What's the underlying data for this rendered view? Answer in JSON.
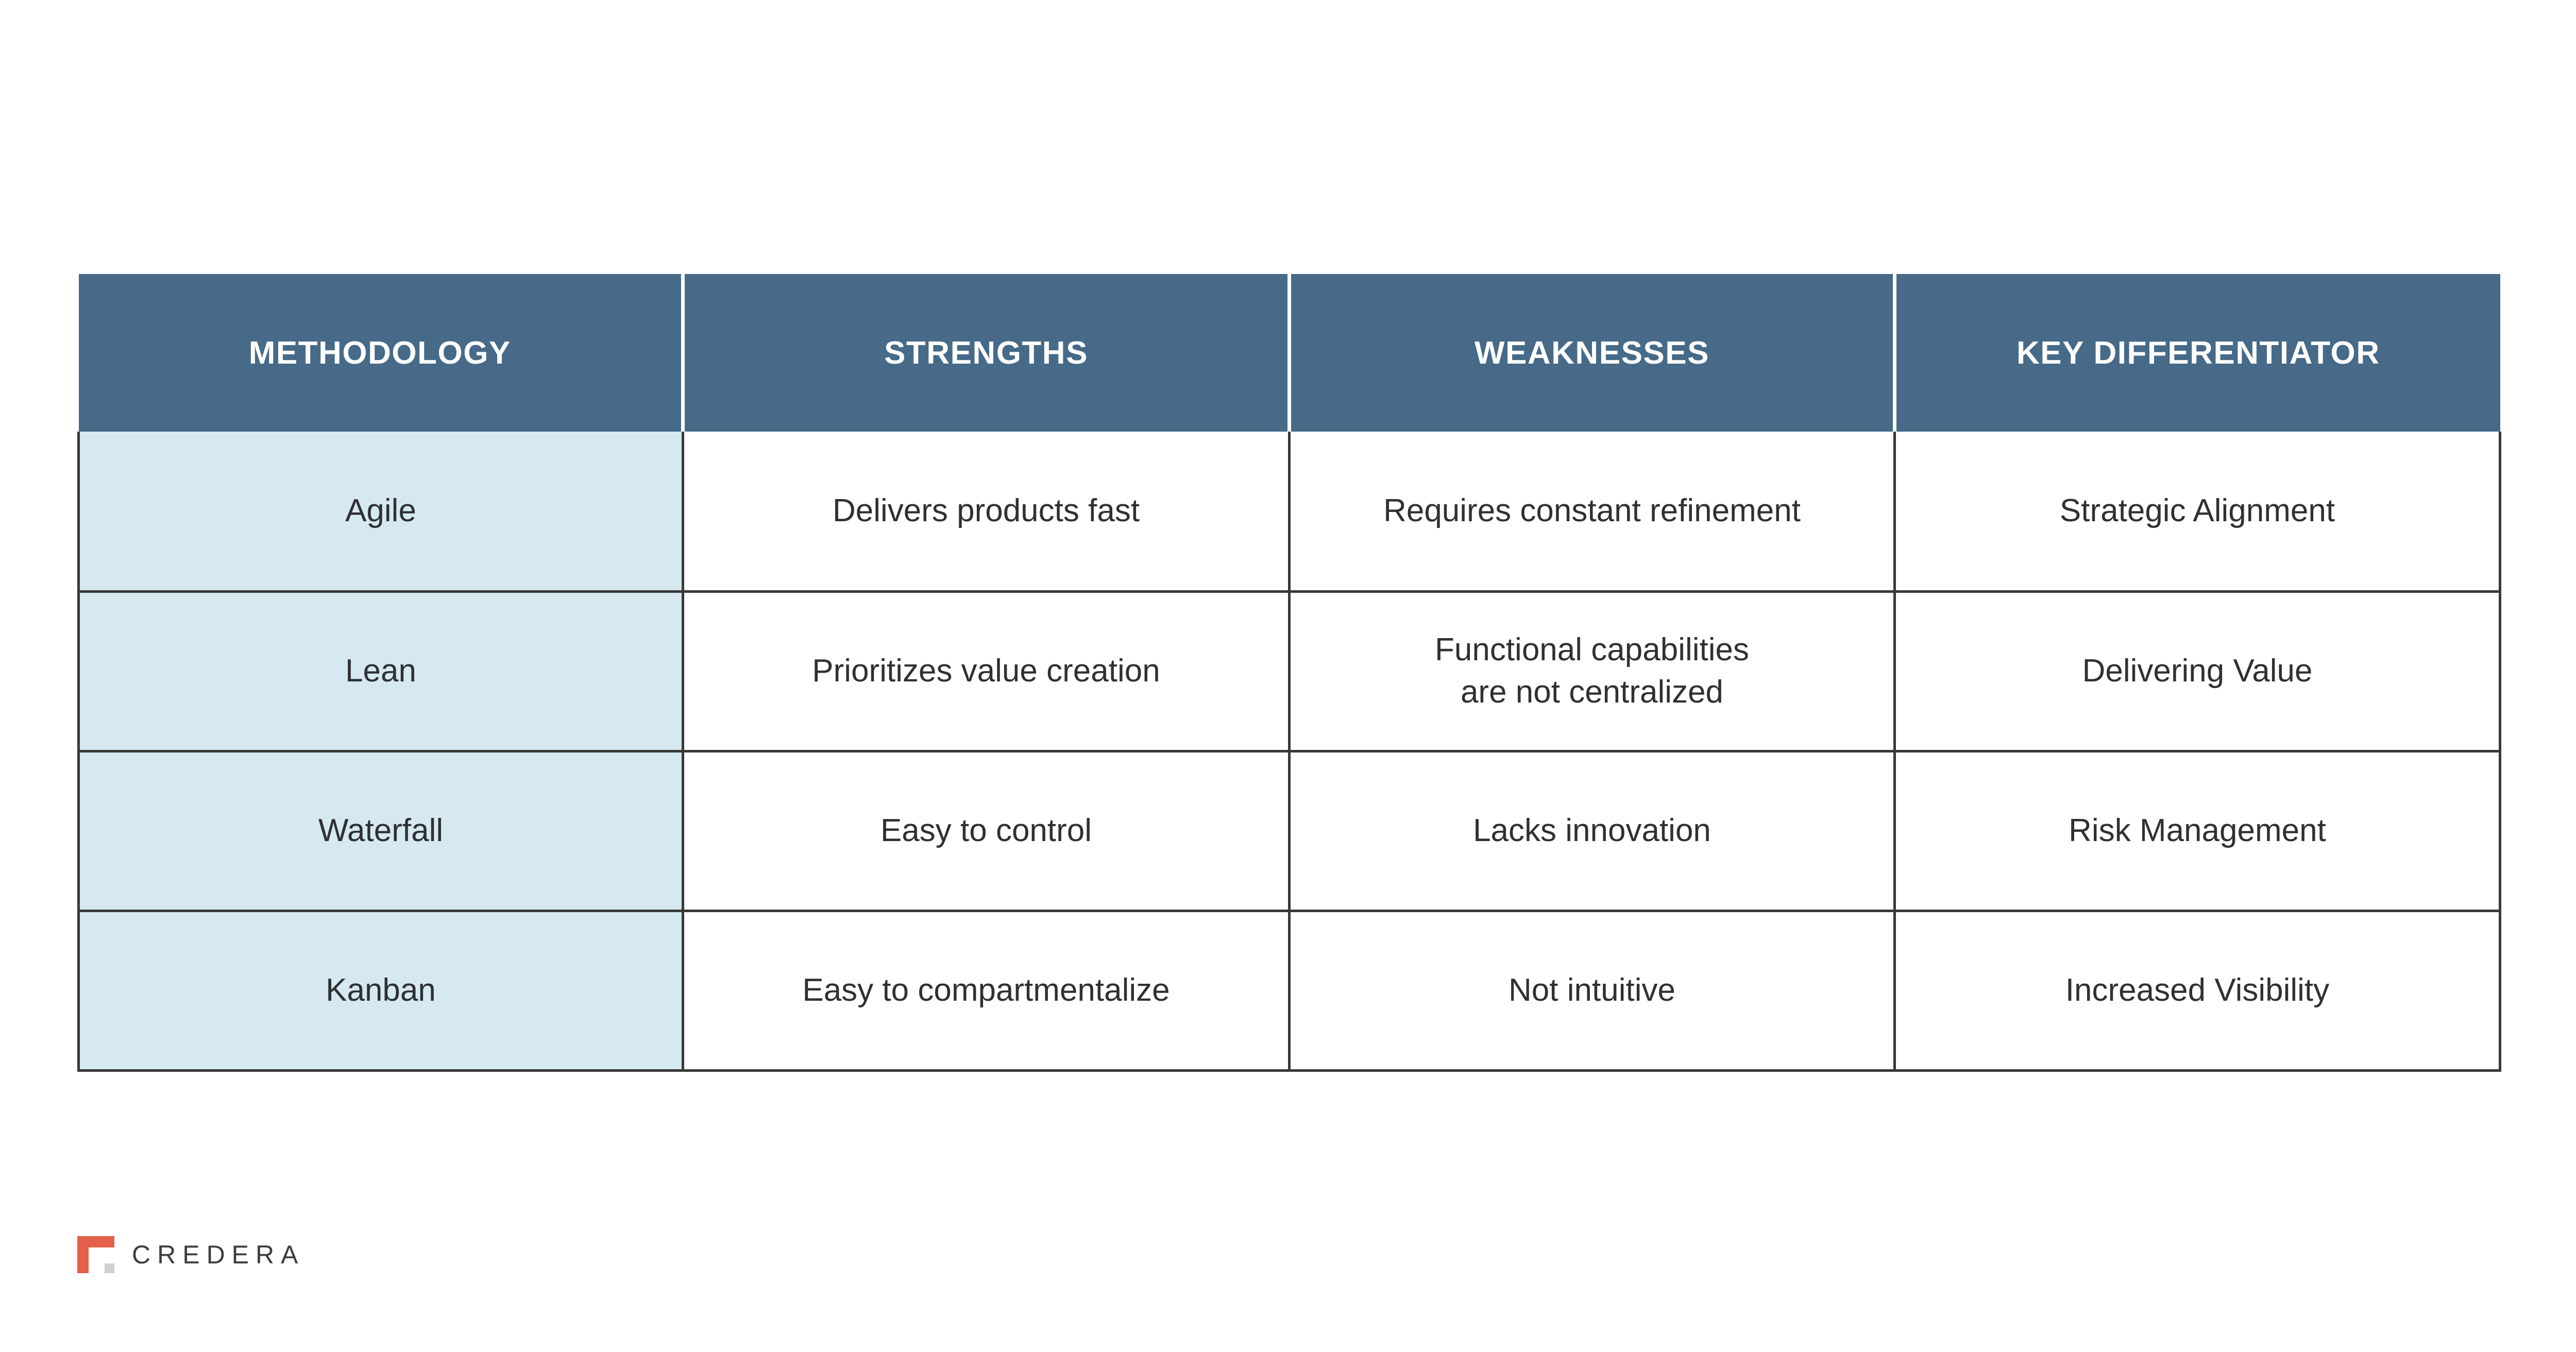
{
  "table": {
    "columns": [
      {
        "key": "methodology",
        "label": "METHODOLOGY"
      },
      {
        "key": "strengths",
        "label": "STRENGTHS"
      },
      {
        "key": "weaknesses",
        "label": "WEAKNESSES"
      },
      {
        "key": "differentiator",
        "label": "KEY DIFFERENTIATOR"
      }
    ],
    "rows": [
      {
        "methodology": "Agile",
        "strengths": "Delivers products fast",
        "weaknesses_line1": "Requires constant refinement",
        "weaknesses_line2": "",
        "differentiator": "Strategic Alignment"
      },
      {
        "methodology": "Lean",
        "strengths": "Prioritizes value creation",
        "weaknesses_line1": "Functional capabilities",
        "weaknesses_line2": "are not centralized",
        "differentiator": "Delivering Value"
      },
      {
        "methodology": "Waterfall",
        "strengths": "Easy to control",
        "weaknesses_line1": "Lacks innovation",
        "weaknesses_line2": "",
        "differentiator": "Risk Management"
      },
      {
        "methodology": "Kanban",
        "strengths": "Easy to compartmentalize",
        "weaknesses_line1": "Not intuitive",
        "weaknesses_line2": "",
        "differentiator": "Increased Visibility"
      }
    ]
  },
  "branding": {
    "wordmark": "CREDERA",
    "mark_icon": "credera-square-icon"
  },
  "colors": {
    "header_blue": "#466A88",
    "row_light_blue": "#D6E9F0",
    "border_dark": "#383838",
    "text_dark": "#2e3033",
    "logo_red": "#E2604C",
    "logo_grey": "#CFD1D2",
    "wordmark_grey": "#3b3d40",
    "background": "#FFFFFF"
  }
}
